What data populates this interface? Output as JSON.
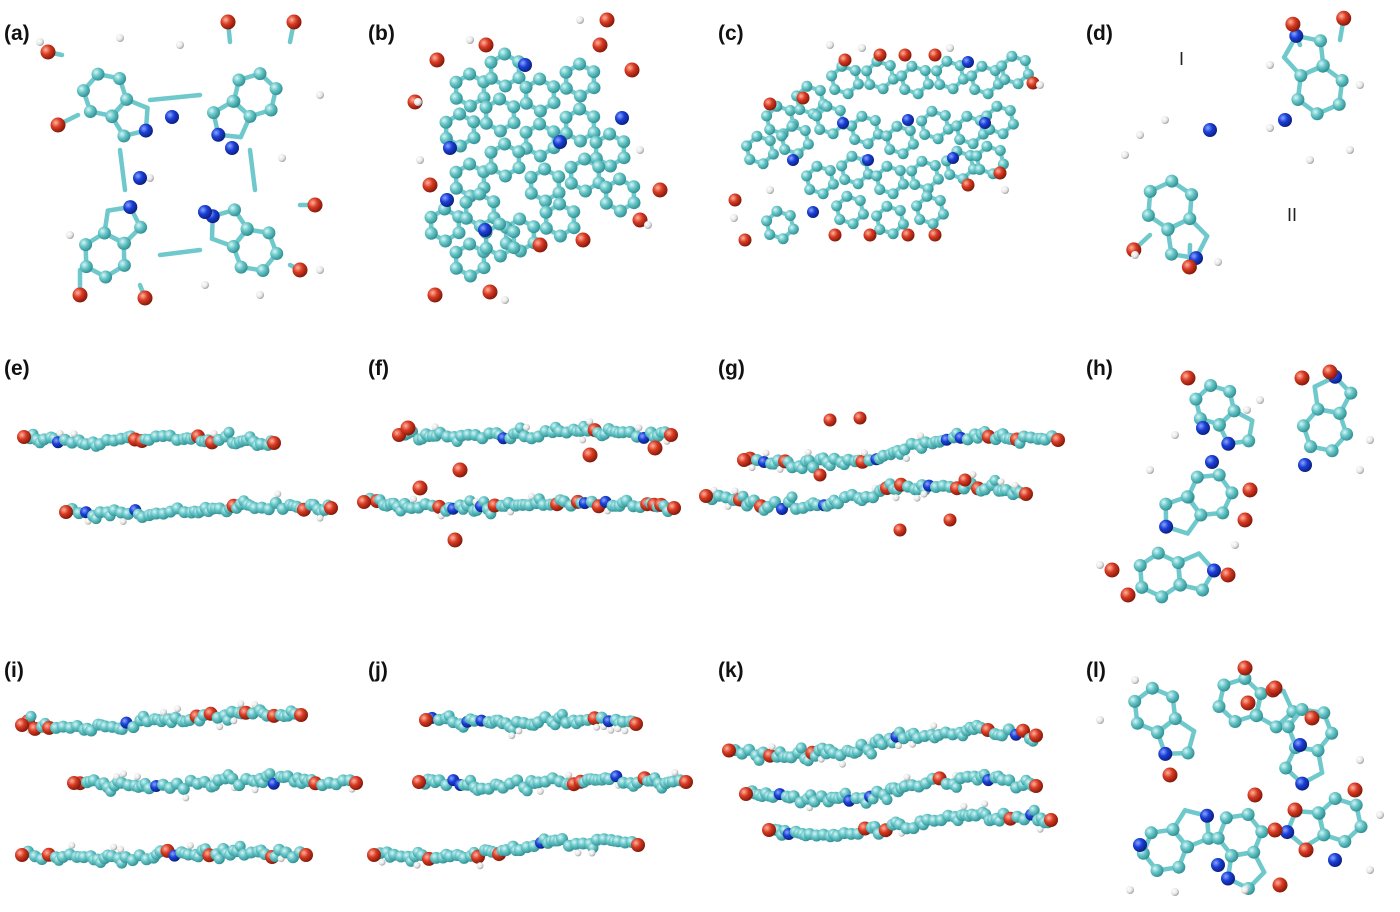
{
  "panels": [
    {
      "label": "(a)",
      "view": "top"
    },
    {
      "label": "(b)",
      "view": "top"
    },
    {
      "label": "(c)",
      "view": "top"
    },
    {
      "label": "(d)",
      "view": "top",
      "annotations": [
        "I",
        "II"
      ]
    },
    {
      "label": "(e)",
      "view": "side"
    },
    {
      "label": "(f)",
      "view": "side"
    },
    {
      "label": "(g)",
      "view": "side"
    },
    {
      "label": "(h)",
      "view": "cluster"
    },
    {
      "label": "(i)",
      "view": "side"
    },
    {
      "label": "(j)",
      "view": "side"
    },
    {
      "label": "(k)",
      "view": "side"
    },
    {
      "label": "(l)",
      "view": "cluster"
    }
  ],
  "colors": {
    "carbon": "#67c6c8",
    "nitrogen": "#1a3fd6",
    "oxygen": "#d83a22",
    "hydrogen": "#eeeeee",
    "bond": "#6fc9cc"
  }
}
